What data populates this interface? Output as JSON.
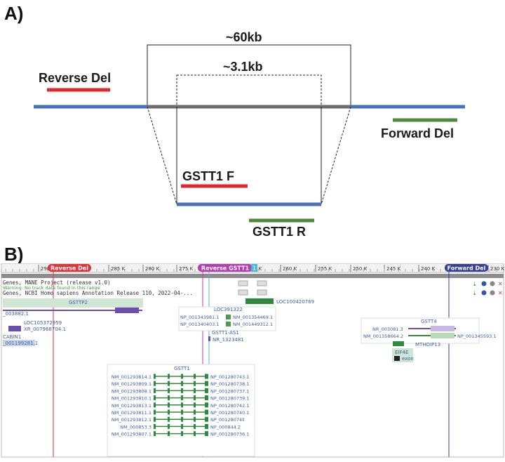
{
  "panel_a": {
    "label": "A)",
    "size_outer": "~60kb",
    "size_inner": "~3.1kb",
    "reverse_del": "Reverse Del",
    "forward_del": "Forward Del",
    "gstt1_f": "GSTT1 F",
    "gstt1_r": "GSTT1 R",
    "colors": {
      "blue": "#4a72b8",
      "grey": "#6e6e6e",
      "red": "#e0262b",
      "green": "#4e8a3a"
    }
  },
  "panel_b": {
    "label": "B)",
    "ruler_ticks": [
      "290 K",
      "285 K",
      "280 K",
      "275 K",
      "265 K",
      "260 K",
      "255 K",
      "250 K",
      "245 K",
      "240 K",
      "230 K"
    ],
    "markers": {
      "reverse_del": "Reverse Del",
      "reverse_gstt1": "Reverse GSTT1",
      "forward_del": "Forward Del",
      "marker_box": "1"
    },
    "tracks": {
      "mane": "Genes, MANE Project (release v1.0)",
      "warning": "Warning: No track data found in this range",
      "ncbi": "Genes, NCBI Homo sapiens Annotation Release 110, 2022-04-..."
    },
    "genes": {
      "gsttp2": "GSTTP2",
      "r0038": "_003882.1",
      "loc105372959": "LOC105372959",
      "xr": "XR_007968704.1",
      "cabin1": "CABIN1",
      "cabin1_id": "_001199281.1",
      "loc391322": "LOC391322",
      "np_a1": "NP_001343981.1",
      "nm_a1": "NM_001354469.1",
      "np_a2": "NP_001340403.1",
      "nm_a2": "NM_001449312.1",
      "loc100420769": "LOC100420769",
      "gstt1_as1": "GSTT1-AS1",
      "nr": "NR_1323481",
      "gstt1": "GSTT1",
      "gstt4": "GSTT4",
      "nr_003081": "NR_003081.3",
      "nm_001358664": "NM_001358664.2",
      "np_001345593": "NP_001345593.1",
      "mthdip13": "MTHDIP13",
      "eif4e": "EIF4E",
      "exon": "exon"
    },
    "gstt1_left": [
      "NM_001293814.1",
      "NM_001293809.1",
      "NM_001293808.1",
      "NM_001293810.1",
      "NM_001293813.1",
      "NM_001293811.1",
      "NM_001293812.1",
      "NM_000853.3",
      "NM_001293807.1"
    ],
    "gstt1_right": [
      "NP_001280743.1",
      "NP_001280738.1",
      "NP_001280737.1",
      "NP_001280739.1",
      "NP_001280742.1",
      "NP_001280740.1",
      "NP_00128074ll",
      "NP_000844.2",
      "NP_001280736.1"
    ]
  }
}
